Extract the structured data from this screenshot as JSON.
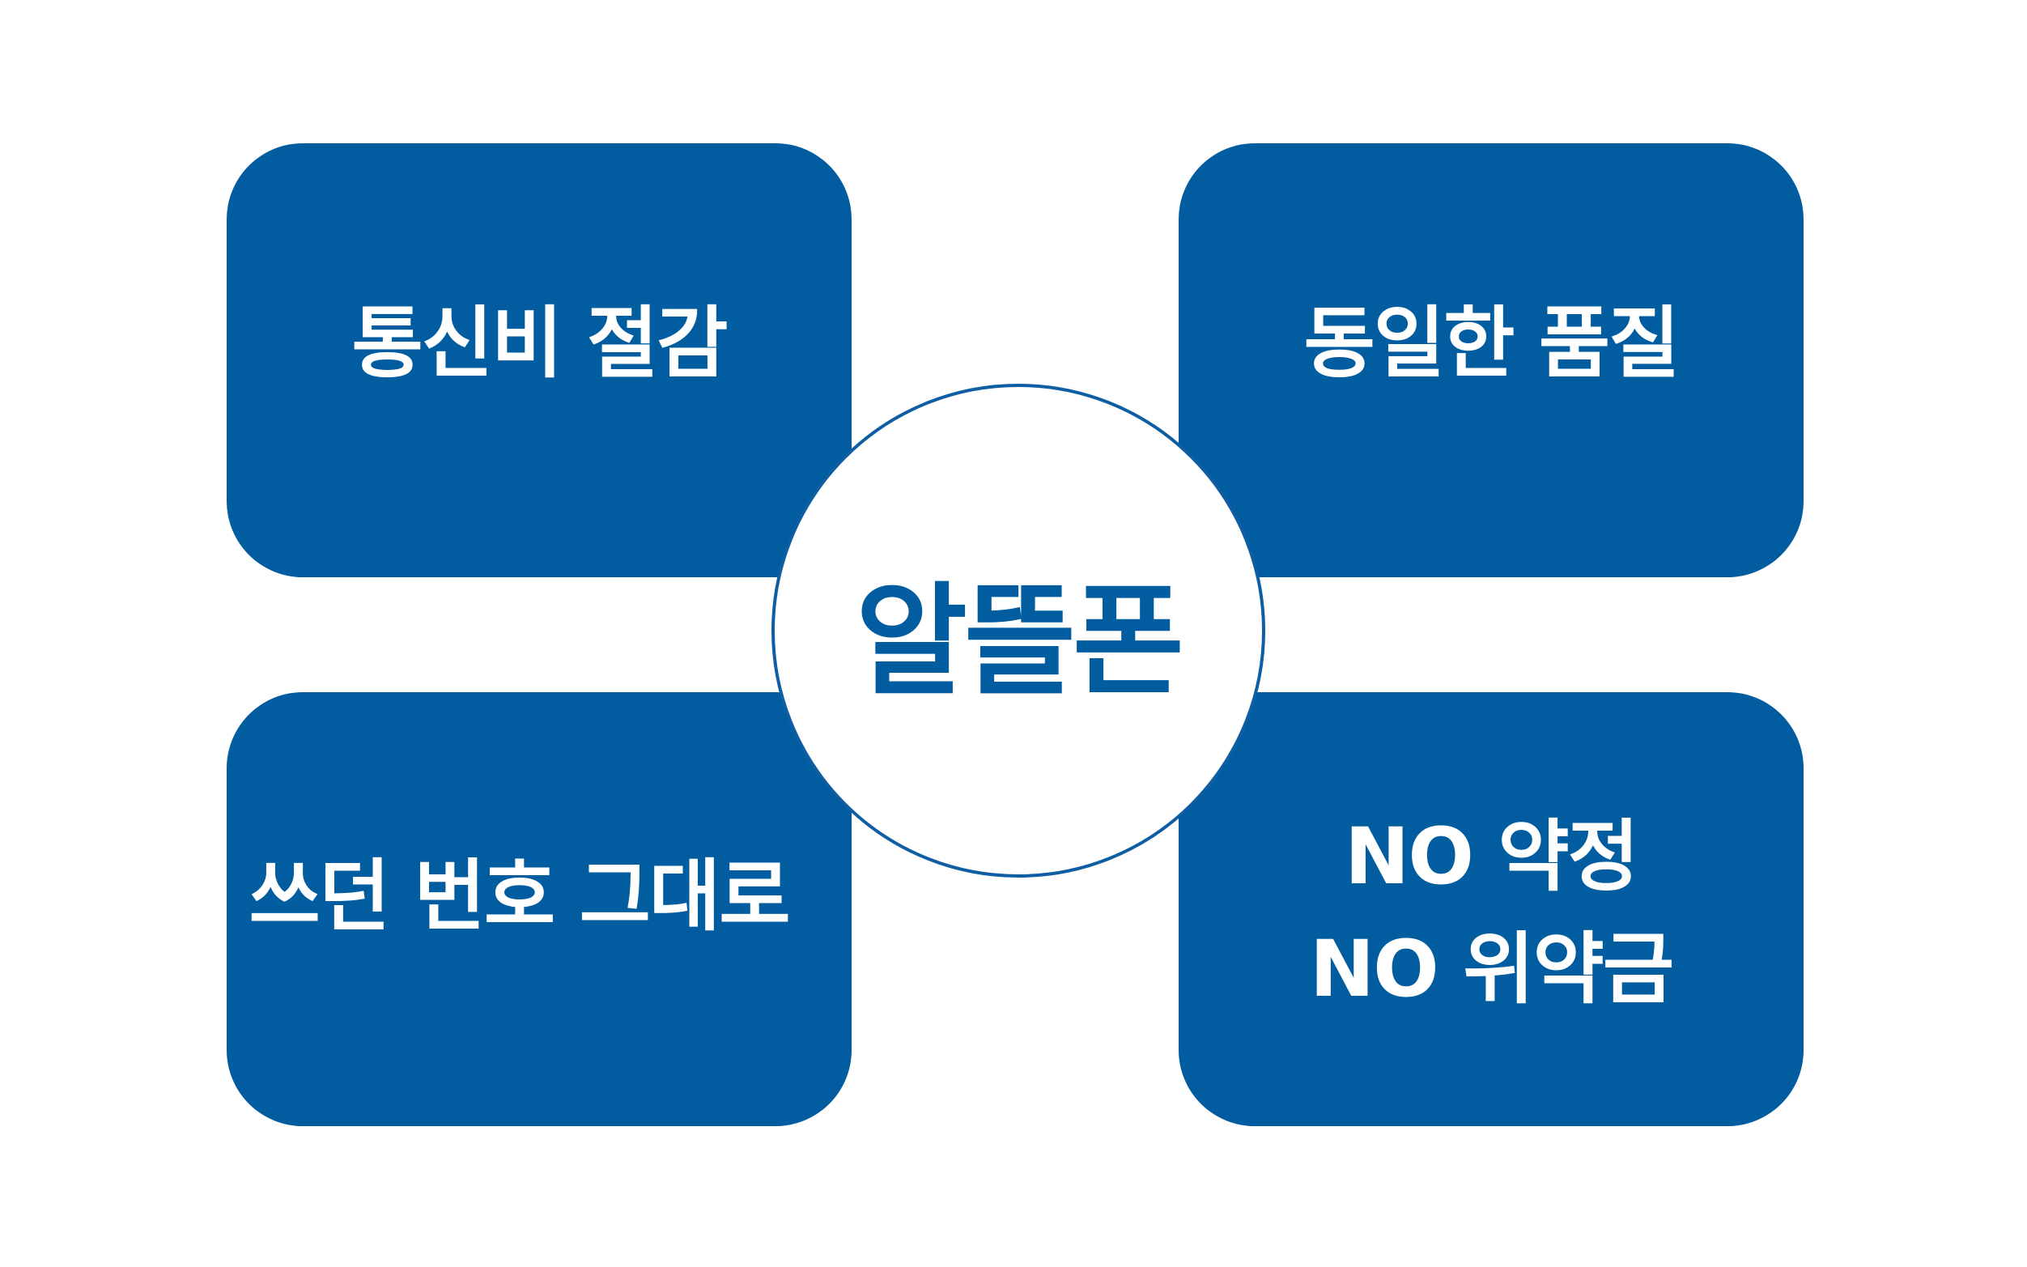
{
  "colors": {
    "primary": "#015CA0",
    "circle_border": "#0F5DA3",
    "box_text": "#FFFFFF",
    "background": "#FFFFFF"
  },
  "center": {
    "label": "알뜰폰"
  },
  "boxes": {
    "top_left": {
      "lines": [
        "통신비 절감"
      ]
    },
    "top_right": {
      "lines": [
        "동일한 품질"
      ]
    },
    "bottom_left": {
      "lines": [
        "쓰던 번호 그대로"
      ]
    },
    "bottom_right": {
      "lines": [
        "NO 약정",
        "NO 위약금"
      ]
    }
  }
}
